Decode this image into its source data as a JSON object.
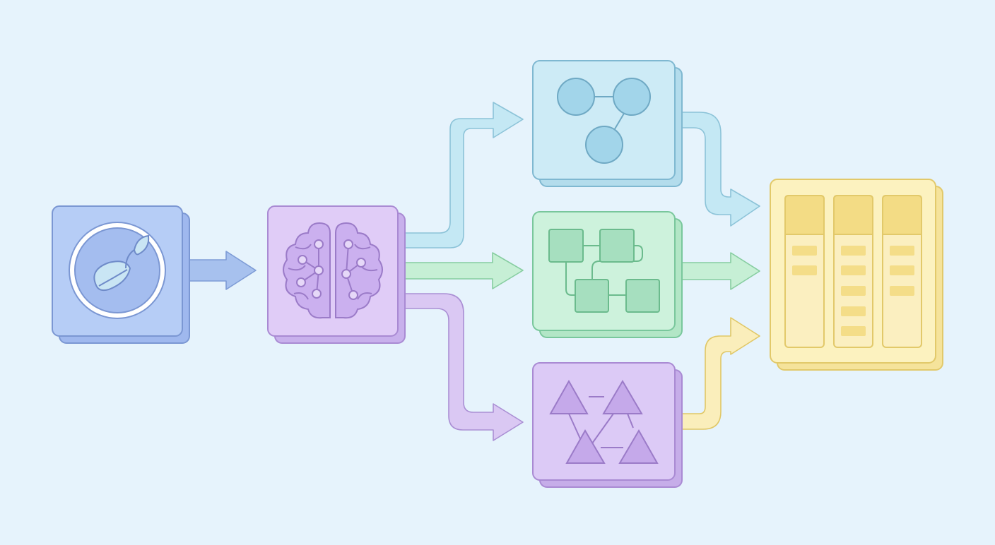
{
  "diagram": {
    "background": "#e6f3fc",
    "nodes": [
      {
        "id": "seed",
        "icon": "seed-sprout-icon",
        "fill": "#aec5f2",
        "stroke": "#7b97d3"
      },
      {
        "id": "brain",
        "icon": "brain-network-icon",
        "fill": "#dcc8f4",
        "stroke": "#a98ad3"
      },
      {
        "id": "graph",
        "icon": "circle-graph-icon",
        "fill": "#c7e9f5",
        "stroke": "#7fb8d1"
      },
      {
        "id": "flow",
        "icon": "square-flowchart-icon",
        "fill": "#c9efd8",
        "stroke": "#79c79c"
      },
      {
        "id": "triangles",
        "icon": "triangle-network-icon",
        "fill": "#d8c5f3",
        "stroke": "#a98ad3"
      },
      {
        "id": "columns",
        "icon": "kanban-columns-icon",
        "fill": "#faefb6",
        "stroke": "#e2c96a"
      }
    ],
    "edges": [
      {
        "from": "seed",
        "to": "brain",
        "color": "#a7c1ee"
      },
      {
        "from": "brain",
        "to": "graph",
        "color": "#c4e8f4"
      },
      {
        "from": "brain",
        "to": "flow",
        "color": "#c6efd5"
      },
      {
        "from": "brain",
        "to": "triangles",
        "color": "#dac8f3"
      },
      {
        "from": "graph",
        "to": "columns",
        "color": "#c4e8f4"
      },
      {
        "from": "flow",
        "to": "columns",
        "color": "#c6efd5"
      },
      {
        "from": "triangles",
        "to": "columns",
        "color": "#faeebb"
      }
    ]
  }
}
